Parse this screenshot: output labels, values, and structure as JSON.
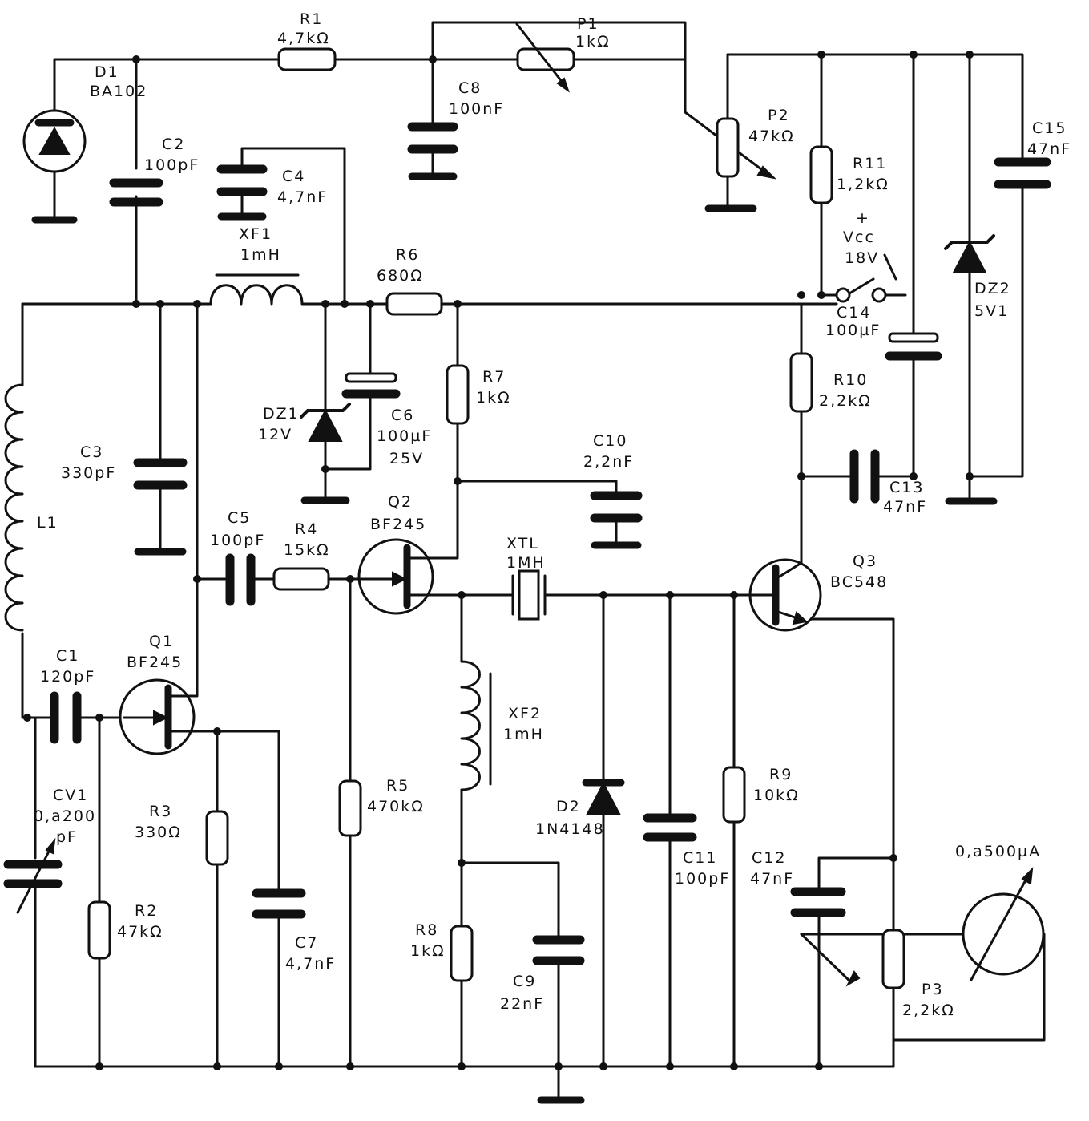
{
  "components": {
    "d1": {
      "ref": "D1",
      "value": "BA102"
    },
    "r1": {
      "ref": "R1",
      "value": "4,7kΩ"
    },
    "p1": {
      "ref": "P1",
      "value": "1kΩ"
    },
    "c8": {
      "ref": "C8",
      "value": "100nF"
    },
    "c2": {
      "ref": "C2",
      "value": "100pF"
    },
    "c4": {
      "ref": "C4",
      "value": "4,7nF"
    },
    "xf1": {
      "ref": "XF1",
      "value": "1mH"
    },
    "r6": {
      "ref": "R6",
      "value": "680Ω"
    },
    "p2": {
      "ref": "P2",
      "value": "47kΩ"
    },
    "r11": {
      "ref": "R11",
      "value": "1,2kΩ"
    },
    "c15": {
      "ref": "C15",
      "value": "47nF"
    },
    "vcc": {
      "plus": "+",
      "ref": "Vcc",
      "value": "18V"
    },
    "c14": {
      "ref": "C14",
      "value": "100µF"
    },
    "dz2": {
      "ref": "DZ2",
      "value": "5V1"
    },
    "c3": {
      "ref": "C3",
      "value": "330pF"
    },
    "dz1": {
      "ref": "DZ1",
      "value": "12V"
    },
    "c6": {
      "ref": "C6",
      "value": "100µF",
      "rating": "25V"
    },
    "r7": {
      "ref": "R7",
      "value": "1kΩ"
    },
    "c10": {
      "ref": "C10",
      "value": "2,2nF"
    },
    "r10": {
      "ref": "R10",
      "value": "2,2kΩ"
    },
    "c13": {
      "ref": "C13",
      "value": "47nF"
    },
    "l1": {
      "ref": "L1"
    },
    "c5": {
      "ref": "C5",
      "value": "100pF"
    },
    "r4": {
      "ref": "R4",
      "value": "15kΩ"
    },
    "q2": {
      "ref": "Q2",
      "value": "BF245"
    },
    "xtl": {
      "ref": "XTL",
      "value": "1MH"
    },
    "q3": {
      "ref": "Q3",
      "value": "BC548"
    },
    "c1": {
      "ref": "C1",
      "value": "120pF"
    },
    "q1": {
      "ref": "Q1",
      "value": "BF245"
    },
    "xf2": {
      "ref": "XF2",
      "value": "1mH"
    },
    "cv1": {
      "ref": "CV1",
      "value": "0,a200",
      "unit": "pF"
    },
    "r3": {
      "ref": "R3",
      "value": "330Ω"
    },
    "r5": {
      "ref": "R5",
      "value": "470kΩ"
    },
    "d2": {
      "ref": "D2",
      "value": "1N4148"
    },
    "r9": {
      "ref": "R9",
      "value": "10kΩ"
    },
    "c11": {
      "ref": "C11",
      "value": "100pF"
    },
    "c12": {
      "ref": "C12",
      "value": "47nF"
    },
    "m1": {
      "value": "0,a500µA"
    },
    "r2": {
      "ref": "R2",
      "value": "47kΩ"
    },
    "c7": {
      "ref": "C7",
      "value": "4,7nF"
    },
    "r8": {
      "ref": "R8",
      "value": "1kΩ"
    },
    "c9": {
      "ref": "C9",
      "value": "22nF"
    },
    "p3": {
      "ref": "P3",
      "value": "2,2kΩ"
    }
  }
}
